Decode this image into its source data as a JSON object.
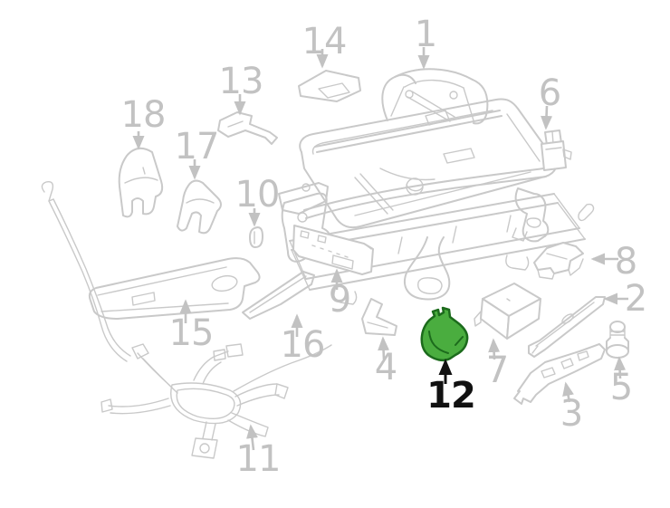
{
  "figure": {
    "type": "exploded-parts-diagram",
    "subject": "vehicle front seat track and adjuster components",
    "background_color": "#ffffff",
    "line_color": "#c9c9c9",
    "label_color": "#c2c2c2",
    "highlight_fill": "#4aad3f",
    "highlight_stroke": "#1c6b1c",
    "highlight_label_color": "#111111"
  },
  "highlighted_part": {
    "number": "12"
  },
  "callouts": {
    "1": {
      "label": "1"
    },
    "2": {
      "label": "2"
    },
    "3": {
      "label": "3"
    },
    "4": {
      "label": "4"
    },
    "5": {
      "label": "5"
    },
    "6": {
      "label": "6"
    },
    "7": {
      "label": "7"
    },
    "8": {
      "label": "8"
    },
    "9": {
      "label": "9"
    },
    "10": {
      "label": "10"
    },
    "11": {
      "label": "11"
    },
    "12": {
      "label": "12",
      "highlighted": true
    },
    "13": {
      "label": "13"
    },
    "14": {
      "label": "14"
    },
    "15": {
      "label": "15"
    },
    "16": {
      "label": "16"
    },
    "17": {
      "label": "17"
    },
    "18": {
      "label": "18"
    }
  }
}
